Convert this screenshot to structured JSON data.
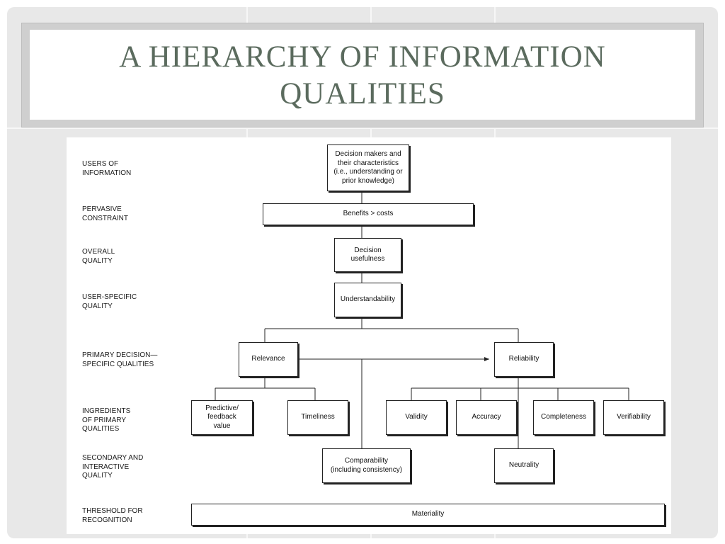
{
  "slide_title": "A HIERARCHY OF INFORMATION QUALITIES",
  "diagram": {
    "level_labels": {
      "users": "USERS OF\nINFORMATION",
      "pervasive": "PERVASIVE\nCONSTRAINT",
      "overall": "OVERALL\nQUALITY",
      "user_specific": "USER-SPECIFIC\nQUALITY",
      "primary": "PRIMARY DECISION—\nSPECIFIC QUALITIES",
      "ingredients": "INGREDIENTS\nOF PRIMARY\nQUALITIES",
      "secondary": "SECONDARY AND\nINTERACTIVE\nQUALITY",
      "threshold": "THRESHOLD FOR\nRECOGNITION"
    },
    "nodes": {
      "decision_makers": "Decision makers and\ntheir characteristics\n(i.e., understanding or\nprior knowledge)",
      "benefits": "Benefits > costs",
      "usefulness": "Decision\nusefulness",
      "understandability": "Understandability",
      "relevance": "Relevance",
      "reliability": "Reliability",
      "predictive": "Predictive/\nfeedback\nvalue",
      "timeliness": "Timeliness",
      "validity": "Validity",
      "accuracy": "Accuracy",
      "completeness": "Completeness",
      "verifiability": "Verifiability",
      "comparability": "Comparability\n(including consistency)",
      "neutrality": "Neutrality",
      "materiality": "Materiality"
    }
  }
}
